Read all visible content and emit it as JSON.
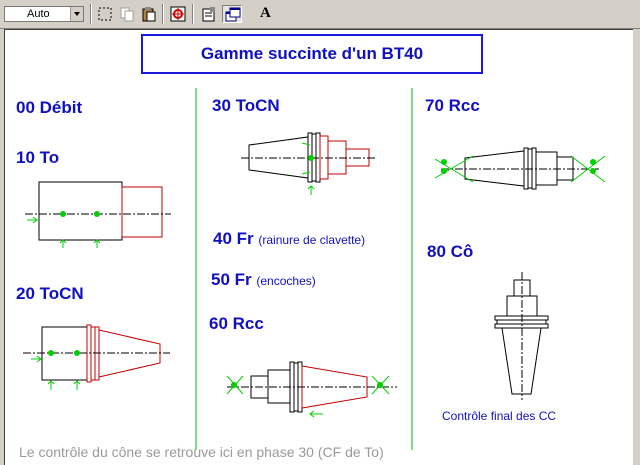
{
  "toolbar": {
    "zoom_value": "Auto",
    "font_button_label": "A"
  },
  "sheet": {
    "title": "Gamme succinte d'un BT40",
    "ops": {
      "op00": "00 Débit",
      "op10": "10 To",
      "op20": "20 ToCN",
      "op30": "30 ToCN",
      "op40": "40 Fr",
      "op40_note": "(rainure de clavette)",
      "op50": "50 Fr",
      "op50_note": "(encoches)",
      "op60": "60 Rcc",
      "op70": "70 Rcc",
      "op80": "80 Cô"
    },
    "final_check": "Contrôle final des CC",
    "footer_text": "Le contrôle du cône se retrouve ici en phase 30 (CF de To)"
  },
  "colors": {
    "title_blue": "#1010c0",
    "outline_red": "#c00000",
    "divider_green": "#00c000",
    "marker_green": "#00d000"
  }
}
